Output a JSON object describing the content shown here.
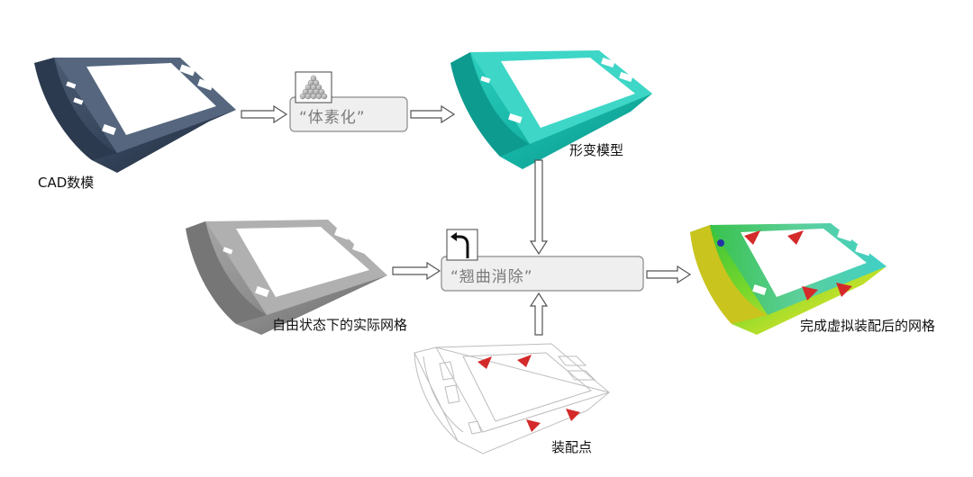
{
  "diagram": {
    "labels": {
      "cad": "CAD数模",
      "deformed": "形变模型",
      "free_state": "自由状态下的实际网格",
      "assembled": "完成虚拟装配后的网格",
      "assembly_points": "装配点"
    },
    "processes": {
      "voxelize": "“体素化”",
      "warp_removal": "“翘曲消除”"
    },
    "icons": {
      "voxelize": "cube-pyramid-icon",
      "warp_removal": "bent-arrow-icon"
    },
    "colors": {
      "cad_model": "#3b4a5e",
      "deformed_model": "#1fbfb0",
      "free_mesh": "#8a8a8a",
      "assembly_marker": "#d42a2a",
      "process_box_fill": "#efefef",
      "process_box_stroke": "#8a8a8a"
    }
  }
}
